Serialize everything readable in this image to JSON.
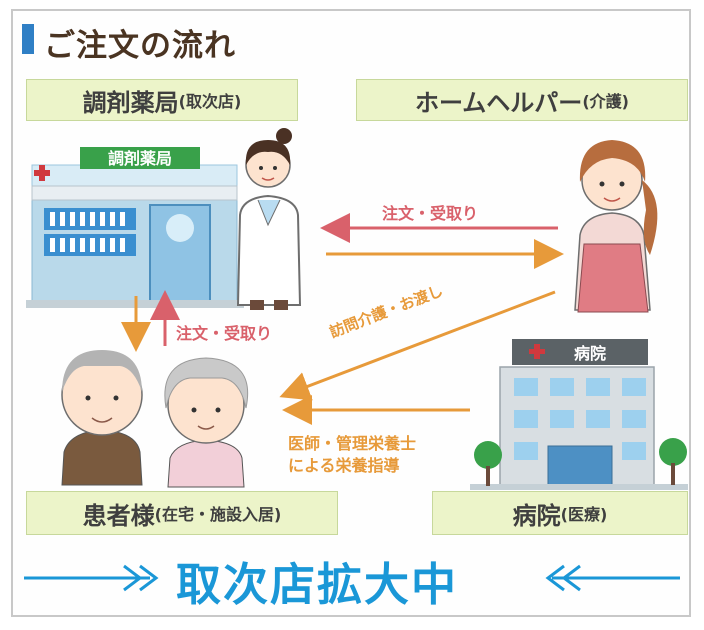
{
  "title": "ご注文の流れ",
  "labels": {
    "pharmacy_main": "調剤薬局",
    "pharmacy_sub": "(取次店)",
    "helper_main": "ホームヘルパー",
    "helper_sub": "(介護)",
    "patients_main": "患者様",
    "patients_sub": "(在宅・施設入居)",
    "hospital_main": "病院",
    "hospital_sub": "(医療)"
  },
  "sign": {
    "pharmacy": "調剤薬局",
    "hospital": "病院"
  },
  "arrows": {
    "order_receive_top": "注文・受取り",
    "order_receive_left": "注文・受取り",
    "visit_delivery": "訪問介護・お渡し",
    "nutrition_line1": "医師・管理栄養士",
    "nutrition_line2": "による栄養指導"
  },
  "banner": "取次店拡大中",
  "colors": {
    "title_accent": "#2f7fc5",
    "label_bg": "#ecf4c9",
    "red_arrow": "#d9616b",
    "orange_arrow": "#e79a3a",
    "banner": "#1a97d7"
  }
}
